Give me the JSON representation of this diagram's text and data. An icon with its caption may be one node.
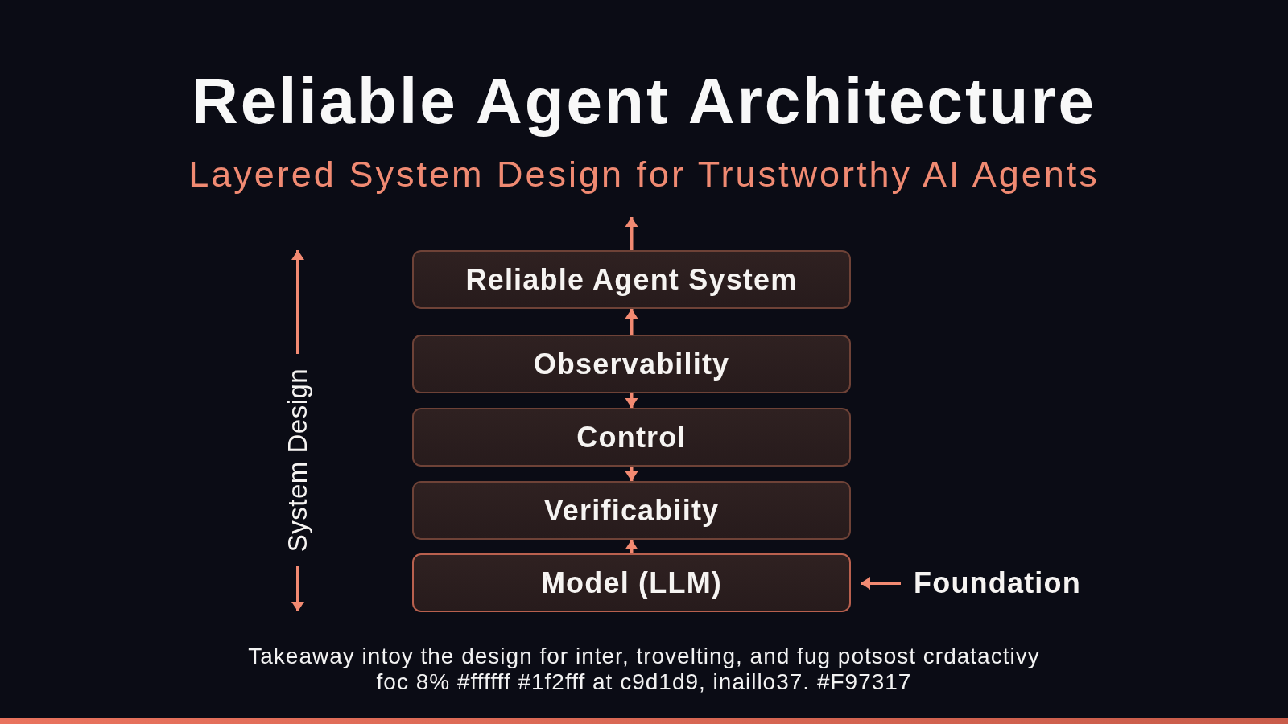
{
  "diagram": {
    "title": "Reliable Agent Architecture",
    "caption": "Takeaway intoy the design for inter, trovelting, and fug potsost crdatactivy foc 8% #ffffff #1f2fff at c9d1d9, inaillo37. #F97317",
    "nodes": [
      {
        "text": [
          "Reliable Agent System"
        ]
      },
      {
        "text": [
          "Observability"
        ]
      },
      {
        "text": [
          "Control"
        ]
      },
      {
        "text": [
          "Verificabiity"
        ]
      },
      {
        "text": [
          "Model (LLM)"
        ]
      },
      {
        "text": [
          "Foundation"
        ]
      }
    ],
    "edges": [
      {
        "from": 0,
        "to": null,
        "arrow": "to"
      },
      {
        "from": 1,
        "to": 0,
        "arrow": "to"
      },
      {
        "from": 1,
        "to": 2,
        "arrow": "to"
      },
      {
        "from": 2,
        "to": 3,
        "arrow": "to"
      },
      {
        "from": 4,
        "to": 3,
        "arrow": "to"
      },
      {
        "from": 5,
        "to": 4,
        "arrow": "to"
      }
    ],
    "labels": [
      "Layered System Design for Trustworthy AI Agents",
      "System Design"
    ]
  }
}
